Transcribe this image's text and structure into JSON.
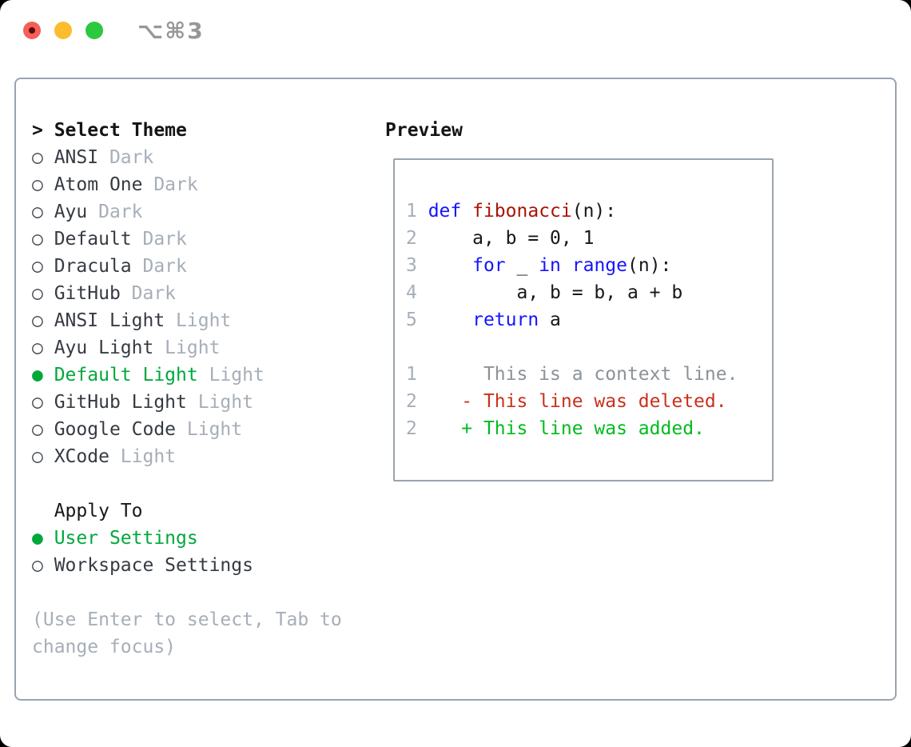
{
  "titlebar": {
    "shortcut": "⌥⌘3",
    "traffic_lights": [
      {
        "name": "close",
        "color": "#f65f58"
      },
      {
        "name": "minimize",
        "color": "#fbbc2e"
      },
      {
        "name": "zoom",
        "color": "#2cc840"
      }
    ]
  },
  "theme_list": {
    "header_prefix": ">",
    "header": "Select Theme",
    "selected_bullet": "●",
    "unselected_bullet": "○",
    "items": [
      {
        "name": "ANSI",
        "variant": "Dark",
        "selected": false
      },
      {
        "name": "Atom One",
        "variant": "Dark",
        "selected": false
      },
      {
        "name": "Ayu",
        "variant": "Dark",
        "selected": false
      },
      {
        "name": "Default",
        "variant": "Dark",
        "selected": false
      },
      {
        "name": "Dracula",
        "variant": "Dark",
        "selected": false
      },
      {
        "name": "GitHub",
        "variant": "Dark",
        "selected": false
      },
      {
        "name": "ANSI Light",
        "variant": "Light",
        "selected": false
      },
      {
        "name": "Ayu Light",
        "variant": "Light",
        "selected": false
      },
      {
        "name": "Default Light",
        "variant": "Light",
        "selected": true
      },
      {
        "name": "GitHub Light",
        "variant": "Light",
        "selected": false
      },
      {
        "name": "Google Code",
        "variant": "Light",
        "selected": false
      },
      {
        "name": "XCode",
        "variant": "Light",
        "selected": false
      }
    ]
  },
  "apply_to": {
    "header": "Apply To",
    "items": [
      {
        "label": "User Settings",
        "selected": true
      },
      {
        "label": "Workspace Settings",
        "selected": false
      }
    ]
  },
  "hint": "(Use Enter to select, Tab to change focus)",
  "preview": {
    "title": "Preview",
    "code_lines": [
      {
        "num": "1",
        "tokens": [
          [
            "kw",
            "def"
          ],
          [
            "pl",
            " "
          ],
          [
            "fn",
            "fibonacci"
          ],
          [
            "pl",
            "(n):"
          ]
        ]
      },
      {
        "num": "2",
        "tokens": [
          [
            "pl",
            "    a, b = 0, 1"
          ]
        ]
      },
      {
        "num": "3",
        "tokens": [
          [
            "pl",
            "    "
          ],
          [
            "kw",
            "for"
          ],
          [
            "pl",
            " _ "
          ],
          [
            "kw",
            "in"
          ],
          [
            "pl",
            " "
          ],
          [
            "kw",
            "range"
          ],
          [
            "pl",
            "(n):"
          ]
        ]
      },
      {
        "num": "4",
        "tokens": [
          [
            "pl",
            "        a, b = b, a + b"
          ]
        ]
      },
      {
        "num": "5",
        "tokens": [
          [
            "pl",
            "    "
          ],
          [
            "kw",
            "return"
          ],
          [
            "pl",
            " a"
          ]
        ]
      }
    ],
    "diff_lines": [
      {
        "num": "1",
        "marker": " ",
        "type": "context",
        "text": "This is a context line."
      },
      {
        "num": "2",
        "marker": "-",
        "type": "deleted",
        "text": "This line was deleted."
      },
      {
        "num": "2",
        "marker": "+",
        "type": "added",
        "text": "This line was added."
      }
    ]
  },
  "colors": {
    "green": "#00a83c",
    "added": "#00bb1d",
    "deleted": "#c9311d",
    "keyword": "#1414ff",
    "function": "#a81405",
    "text": "#363b42",
    "muted": "#a6aeb8",
    "muted2": "#96969b",
    "context": "#8b9299",
    "border": "#9aa4af",
    "tl_red": "#f65f58",
    "tl_red_dot": "#5c0d08",
    "tl_yellow": "#fbbc2e",
    "tl_green": "#2cc840"
  }
}
